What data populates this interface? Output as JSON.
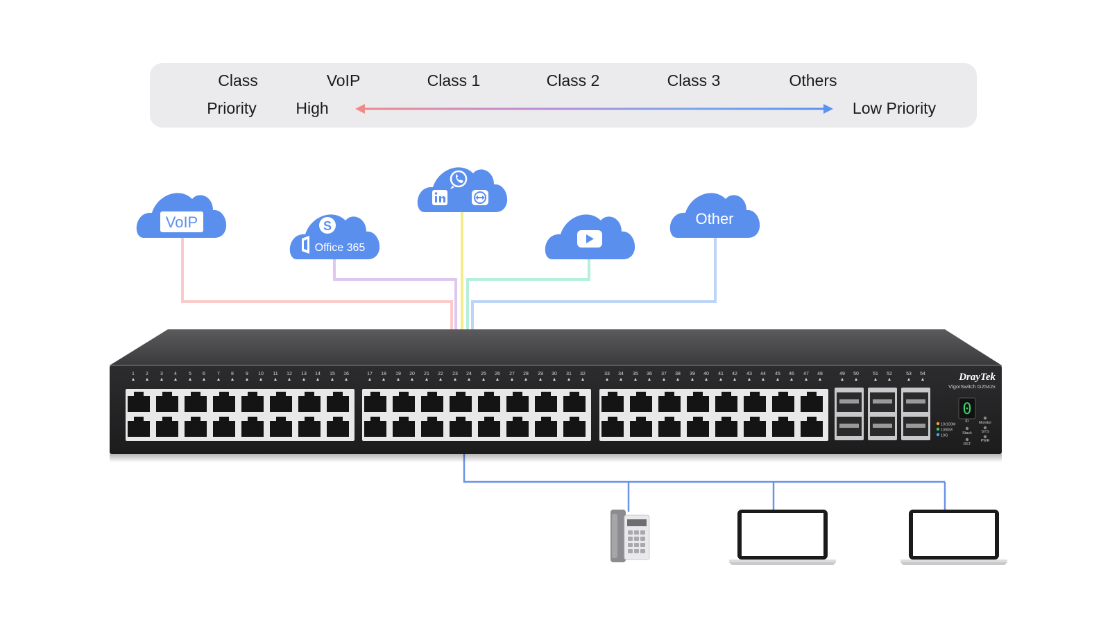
{
  "legend": {
    "row1_label": "Class",
    "row2_label": "Priority",
    "classes": [
      "VoIP",
      "Class 1",
      "Class 2",
      "Class 3",
      "Others"
    ],
    "high_label": "High",
    "low_label": "Low Priority",
    "gradient_colors": [
      "#ee8a8a",
      "#b98ed8",
      "#7ba4ea",
      "#5a92ef"
    ]
  },
  "clouds": [
    {
      "label": "VoIP",
      "icons": [],
      "color": "#5b8fee"
    },
    {
      "label": "Office 365",
      "icons": [
        "skype-icon",
        "office-icon"
      ],
      "color": "#5b8fee"
    },
    {
      "label": "",
      "icons": [
        "whatsapp-icon",
        "linkedin-icon",
        "teamviewer-icon"
      ],
      "color": "#5b8fee"
    },
    {
      "label": "",
      "icons": [
        "youtube-icon"
      ],
      "color": "#5b8fee"
    },
    {
      "label": "Other",
      "icons": [],
      "color": "#5b8fee"
    }
  ],
  "line_colors": {
    "voip": "#fbcaca",
    "office": "#dfc6ee",
    "class1": "#f3ec88",
    "youtube": "#b4efdb",
    "other": "#bcd5f7",
    "lan": "#6b93e6"
  },
  "switch": {
    "brand": "DrayTek",
    "model": "VigorSwitch G2542x",
    "port_numbers": [
      "1",
      "2",
      "3",
      "4",
      "5",
      "6",
      "7",
      "8",
      "9",
      "10",
      "11",
      "12",
      "13",
      "14",
      "15",
      "16",
      "17",
      "18",
      "19",
      "20",
      "21",
      "22",
      "23",
      "24",
      "25",
      "26",
      "27",
      "28",
      "29",
      "30",
      "31",
      "32",
      "33",
      "34",
      "35",
      "36",
      "37",
      "38",
      "39",
      "40",
      "41",
      "42",
      "43",
      "44",
      "45",
      "46",
      "47",
      "48"
    ],
    "sfp_numbers": [
      "49",
      "50",
      "51",
      "52",
      "53",
      "54"
    ],
    "led_labels": [
      "10/100M",
      "1000M",
      "10G"
    ],
    "status_labels": [
      "ID",
      "Stack",
      "Monitor",
      "SYS",
      "PWR",
      "RST"
    ],
    "display_digit": "0"
  },
  "devices": [
    "desk-phone",
    "laptop",
    "laptop"
  ]
}
